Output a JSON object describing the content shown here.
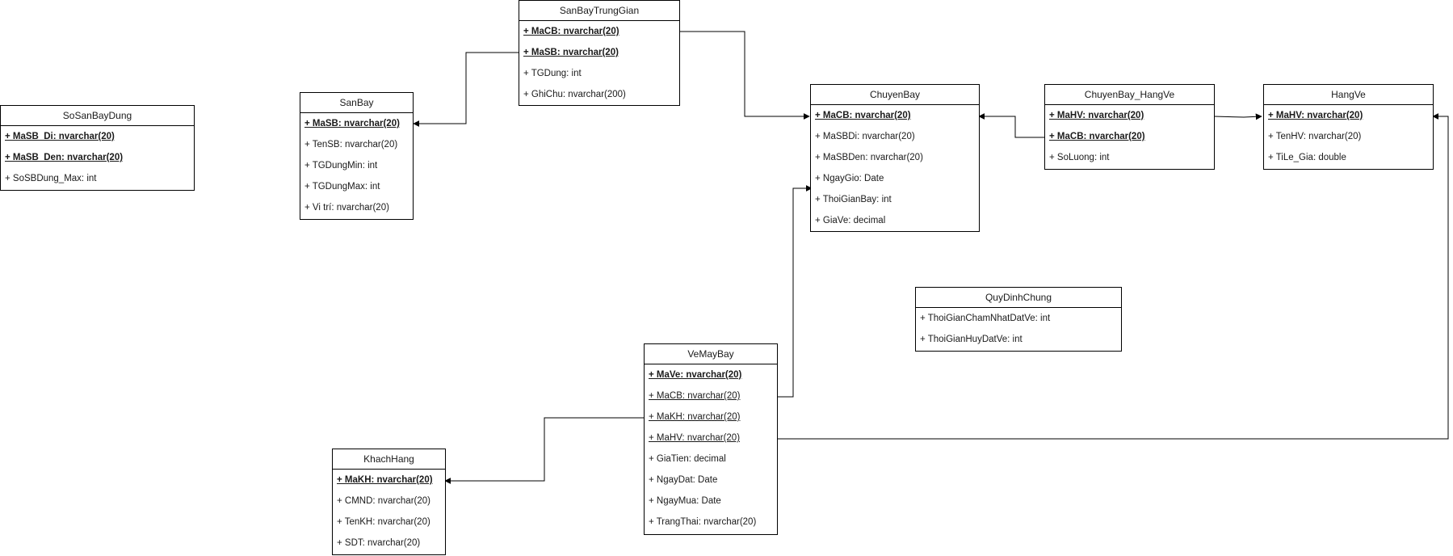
{
  "entities": [
    {
      "id": "SoSanBayDung",
      "title": "SoSanBayDung",
      "fields": [
        {
          "text": "+ MaSB_Di: nvarchar(20)",
          "kind": "pk"
        },
        {
          "text": "+ MaSB_Den: nvarchar(20)",
          "kind": "pk"
        },
        {
          "text": "+ SoSBDung_Max: int",
          "kind": "normal"
        }
      ]
    },
    {
      "id": "SanBay",
      "title": "SanBay",
      "fields": [
        {
          "text": "+ MaSB: nvarchar(20)",
          "kind": "pk"
        },
        {
          "text": "+ TenSB: nvarchar(20)",
          "kind": "normal"
        },
        {
          "text": "+ TGDungMin: int",
          "kind": "normal"
        },
        {
          "text": "+ TGDungMax: int",
          "kind": "normal"
        },
        {
          "text": "+ Vi trí: nvarchar(20)",
          "kind": "normal"
        }
      ]
    },
    {
      "id": "SanBayTrungGian",
      "title": "SanBayTrungGian",
      "fields": [
        {
          "text": "+ MaCB: nvarchar(20)",
          "kind": "pk"
        },
        {
          "text": "+ MaSB: nvarchar(20)",
          "kind": "pk"
        },
        {
          "text": "+ TGDung: int",
          "kind": "normal"
        },
        {
          "text": "+ GhiChu: nvarchar(200)",
          "kind": "normal"
        }
      ]
    },
    {
      "id": "ChuyenBay",
      "title": "ChuyenBay",
      "fields": [
        {
          "text": "+ MaCB: nvarchar(20)",
          "kind": "pk"
        },
        {
          "text": "+ MaSBDi: nvarchar(20)",
          "kind": "normal"
        },
        {
          "text": "+ MaSBDen: nvarchar(20)",
          "kind": "normal"
        },
        {
          "text": "+ NgayGio: Date",
          "kind": "normal"
        },
        {
          "text": "+ ThoiGianBay: int",
          "kind": "normal"
        },
        {
          "text": "+ GiaVe: decimal",
          "kind": "normal"
        }
      ]
    },
    {
      "id": "ChuyenBay_HangVe",
      "title": "ChuyenBay_HangVe",
      "fields": [
        {
          "text": "+ MaHV: nvarchar(20)",
          "kind": "pk"
        },
        {
          "text": "+ MaCB: nvarchar(20)",
          "kind": "pk"
        },
        {
          "text": "+ SoLuong: int",
          "kind": "normal"
        }
      ]
    },
    {
      "id": "HangVe",
      "title": "HangVe",
      "fields": [
        {
          "text": "+ MaHV: nvarchar(20)",
          "kind": "pk"
        },
        {
          "text": "+ TenHV: nvarchar(20)",
          "kind": "normal"
        },
        {
          "text": "+ TiLe_Gia: double",
          "kind": "normal"
        }
      ]
    },
    {
      "id": "QuyDinhChung",
      "title": "QuyDinhChung",
      "fields": [
        {
          "text": "+ ThoiGianChamNhatDatVe: int",
          "kind": "normal"
        },
        {
          "text": "+ ThoiGianHuyDatVe: int",
          "kind": "normal"
        }
      ]
    },
    {
      "id": "VeMayBay",
      "title": "VeMayBay",
      "fields": [
        {
          "text": "+ MaVe: nvarchar(20)",
          "kind": "pk"
        },
        {
          "text": "+ MaCB: nvarchar(20)",
          "kind": "fk"
        },
        {
          "text": "+ MaKH: nvarchar(20)",
          "kind": "fk"
        },
        {
          "text": "+ MaHV: nvarchar(20)",
          "kind": "fk"
        },
        {
          "text": "+ GiaTien: decimal",
          "kind": "normal"
        },
        {
          "text": "+ NgayDat: Date",
          "kind": "normal"
        },
        {
          "text": "+ NgayMua: Date",
          "kind": "normal"
        },
        {
          "text": "+ TrangThai: nvarchar(20)",
          "kind": "normal"
        }
      ]
    },
    {
      "id": "KhachHang",
      "title": "KhachHang",
      "fields": [
        {
          "text": "+ MaKH: nvarchar(20)",
          "kind": "pk"
        },
        {
          "text": "+ CMND: nvarchar(20)",
          "kind": "normal"
        },
        {
          "text": "+ TenKH: nvarchar(20)",
          "kind": "normal"
        },
        {
          "text": "+ SDT: nvarchar(20)",
          "kind": "normal"
        }
      ]
    }
  ],
  "relationships": [
    {
      "from": "SanBayTrungGian",
      "to": "SanBay",
      "via": "MaSB"
    },
    {
      "from": "SanBayTrungGian",
      "to": "ChuyenBay",
      "via": "MaCB"
    },
    {
      "from": "ChuyenBay_HangVe",
      "to": "ChuyenBay",
      "via": "MaCB"
    },
    {
      "from": "ChuyenBay_HangVe",
      "to": "HangVe",
      "via": "MaHV"
    },
    {
      "from": "VeMayBay",
      "to": "ChuyenBay",
      "via": "MaCB"
    },
    {
      "from": "VeMayBay",
      "to": "KhachHang",
      "via": "MaKH"
    },
    {
      "from": "VeMayBay",
      "to": "HangVe",
      "via": "MaHV"
    }
  ]
}
